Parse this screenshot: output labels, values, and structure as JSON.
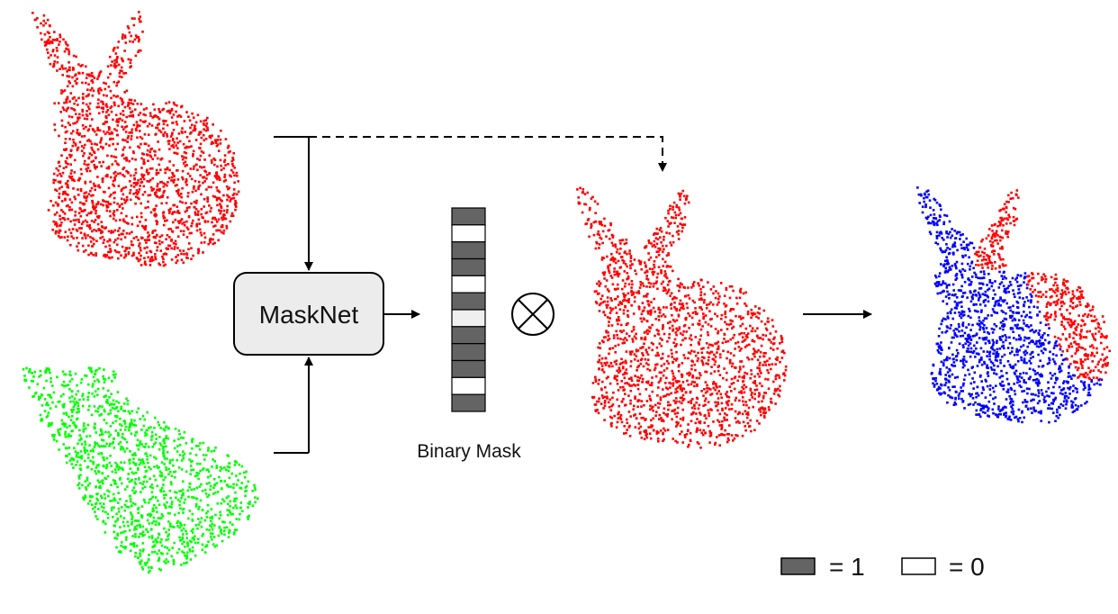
{
  "masknet": {
    "label": "MaskNet"
  },
  "binary_mask": {
    "caption": "Binary Mask",
    "cells": [
      1,
      0,
      1,
      1,
      0,
      1,
      0,
      1,
      1,
      1,
      0,
      1
    ]
  },
  "legend": {
    "one_label": "= 1",
    "zero_label": "= 0"
  },
  "colors": {
    "source_cloud": "#ff0000",
    "template_cloud": "#00ff00",
    "overlap_points": "#0000ff",
    "mask_one": "#646464",
    "mask_zero": "#ffffff",
    "mask_partial": "#efefef",
    "masknet_fill": "#ececec"
  },
  "icons": {
    "multiply": "circled-times-icon"
  }
}
